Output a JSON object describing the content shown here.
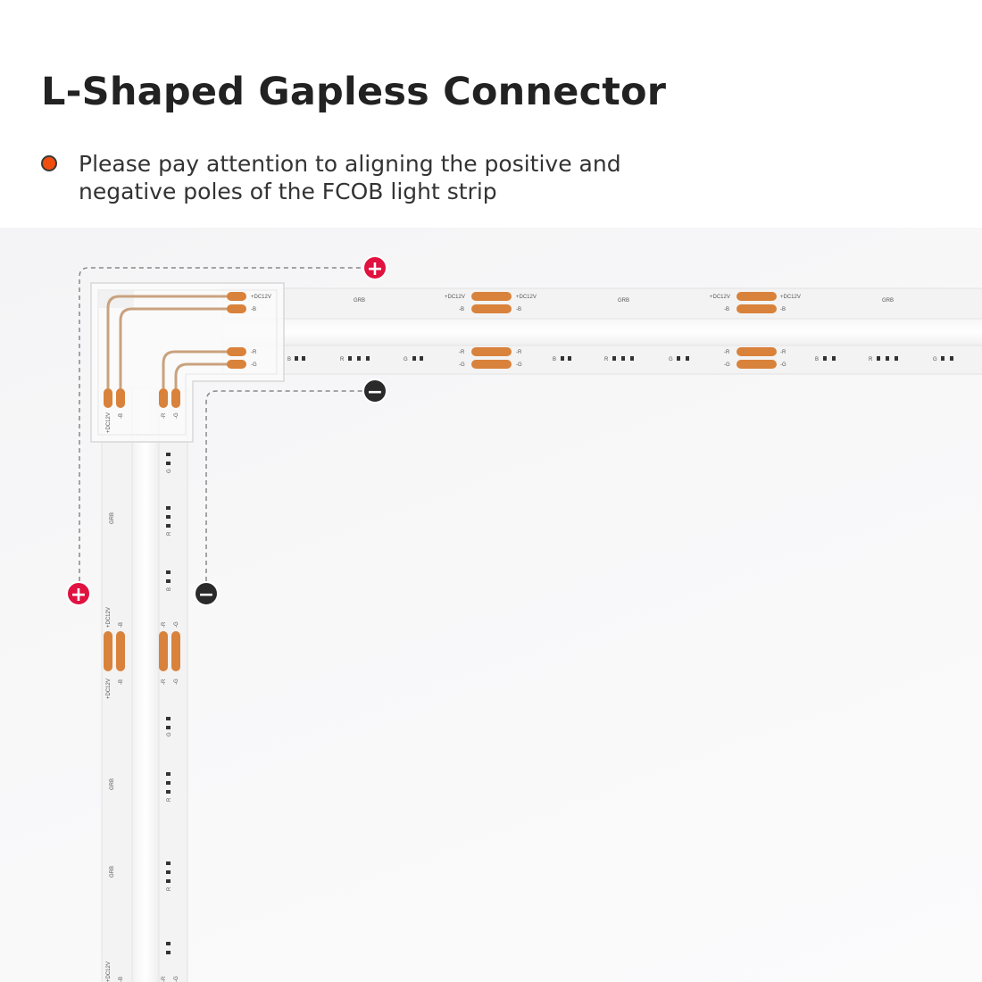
{
  "title": "L-Shaped Gapless Connector",
  "note": {
    "line1": "Please pay attention to aligning the positive and",
    "line2": "negative poles of the FCOB light strip"
  },
  "colors": {
    "accent_bullet": "#f04e0f",
    "positive_marker": "#e0123f",
    "negative_marker": "#2a2a2a",
    "copper_pad": "#d9823b",
    "strip": "#f4f4f4"
  },
  "markers": {
    "positive_symbol": "+",
    "negative_symbol": "−"
  },
  "strip_labels": {
    "dc12v": "+DC12V",
    "b": "-B",
    "r": "-R",
    "g": "-G",
    "grb": "GRB",
    "chip_b": "B",
    "chip_r": "R",
    "chip_g": "G"
  }
}
